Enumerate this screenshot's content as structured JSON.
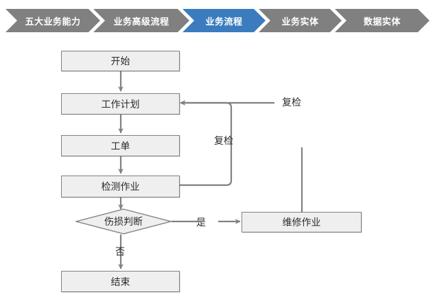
{
  "breadcrumb": {
    "active_color": "#3b7cbe",
    "inactive_color": "#808080",
    "items": [
      {
        "label": "五大业务能力",
        "active": false
      },
      {
        "label": "业务高级流程",
        "active": false
      },
      {
        "label": "业务流程",
        "active": true
      },
      {
        "label": "业务实体",
        "active": false
      },
      {
        "label": "数据实体",
        "active": false
      }
    ]
  },
  "flowchart": {
    "type": "flowchart",
    "node_fill": "#efefef",
    "node_stroke": "#808080",
    "connector_color": "#808080",
    "nodes": [
      {
        "id": "start",
        "shape": "rect",
        "label": "开始"
      },
      {
        "id": "work_plan",
        "shape": "rect",
        "label": "工作计划"
      },
      {
        "id": "work_order",
        "shape": "rect",
        "label": "工单"
      },
      {
        "id": "inspection",
        "shape": "rect",
        "label": "检测作业"
      },
      {
        "id": "damage",
        "shape": "diamond",
        "label": "伤损判断"
      },
      {
        "id": "end",
        "shape": "rect",
        "label": "结束"
      },
      {
        "id": "repair",
        "shape": "rect",
        "label": "维修作业"
      }
    ],
    "edges": [
      {
        "from": "start",
        "to": "work_plan",
        "label": ""
      },
      {
        "from": "work_plan",
        "to": "work_order",
        "label": ""
      },
      {
        "from": "work_order",
        "to": "inspection",
        "label": ""
      },
      {
        "from": "inspection",
        "to": "damage",
        "label": ""
      },
      {
        "from": "damage",
        "to": "end",
        "label": "否"
      },
      {
        "from": "damage",
        "to": "repair",
        "label": "是"
      },
      {
        "from": "inspection",
        "to": "work_plan",
        "label": "复检"
      },
      {
        "from": "repair",
        "to": "work_plan",
        "label": "复检"
      }
    ],
    "labels": {
      "yes": "是",
      "no": "否",
      "recheck_inner": "复检",
      "recheck_outer": "复检"
    }
  }
}
